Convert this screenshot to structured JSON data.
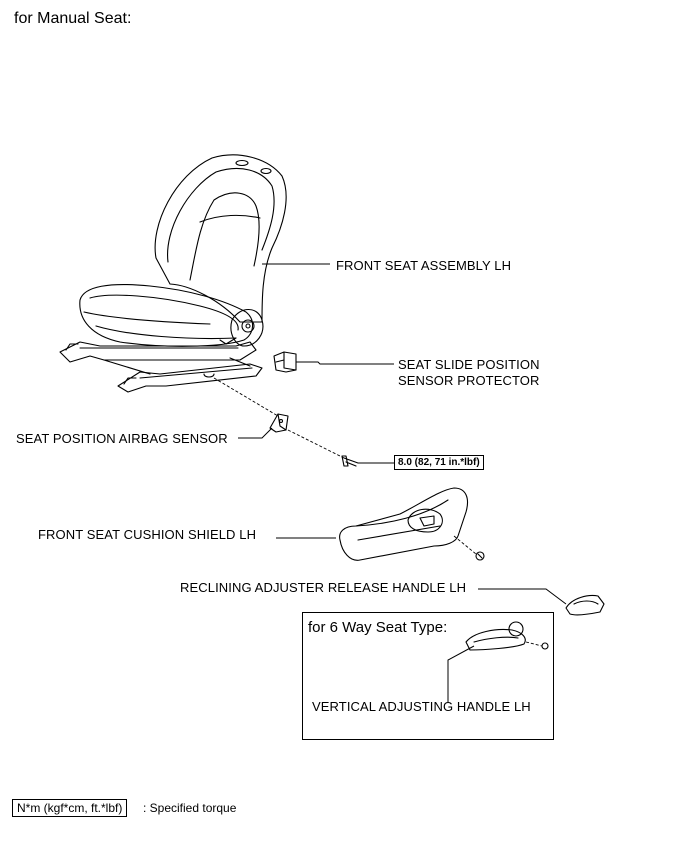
{
  "header": {
    "title": "for Manual Seat:"
  },
  "labels": {
    "front_seat_assembly": "FRONT SEAT ASSEMBLY LH",
    "seat_slide_protector_line1": "SEAT SLIDE POSITION",
    "seat_slide_protector_line2": "SENSOR PROTECTOR",
    "seat_position_sensor": "SEAT POSITION AIRBAG SENSOR",
    "torque_value": "8.0 (82, 71 in.*lbf)",
    "cushion_shield": "FRONT SEAT CUSHION SHIELD LH",
    "reclining_handle": "RECLINING ADJUSTER RELEASE HANDLE LH"
  },
  "inset": {
    "title": "for 6 Way Seat Type:",
    "label": "VERTICAL ADJUSTING HANDLE LH"
  },
  "legend": {
    "unit_box": "N*m (kgf*cm, ft.*lbf)",
    "description": ": Specified torque"
  }
}
